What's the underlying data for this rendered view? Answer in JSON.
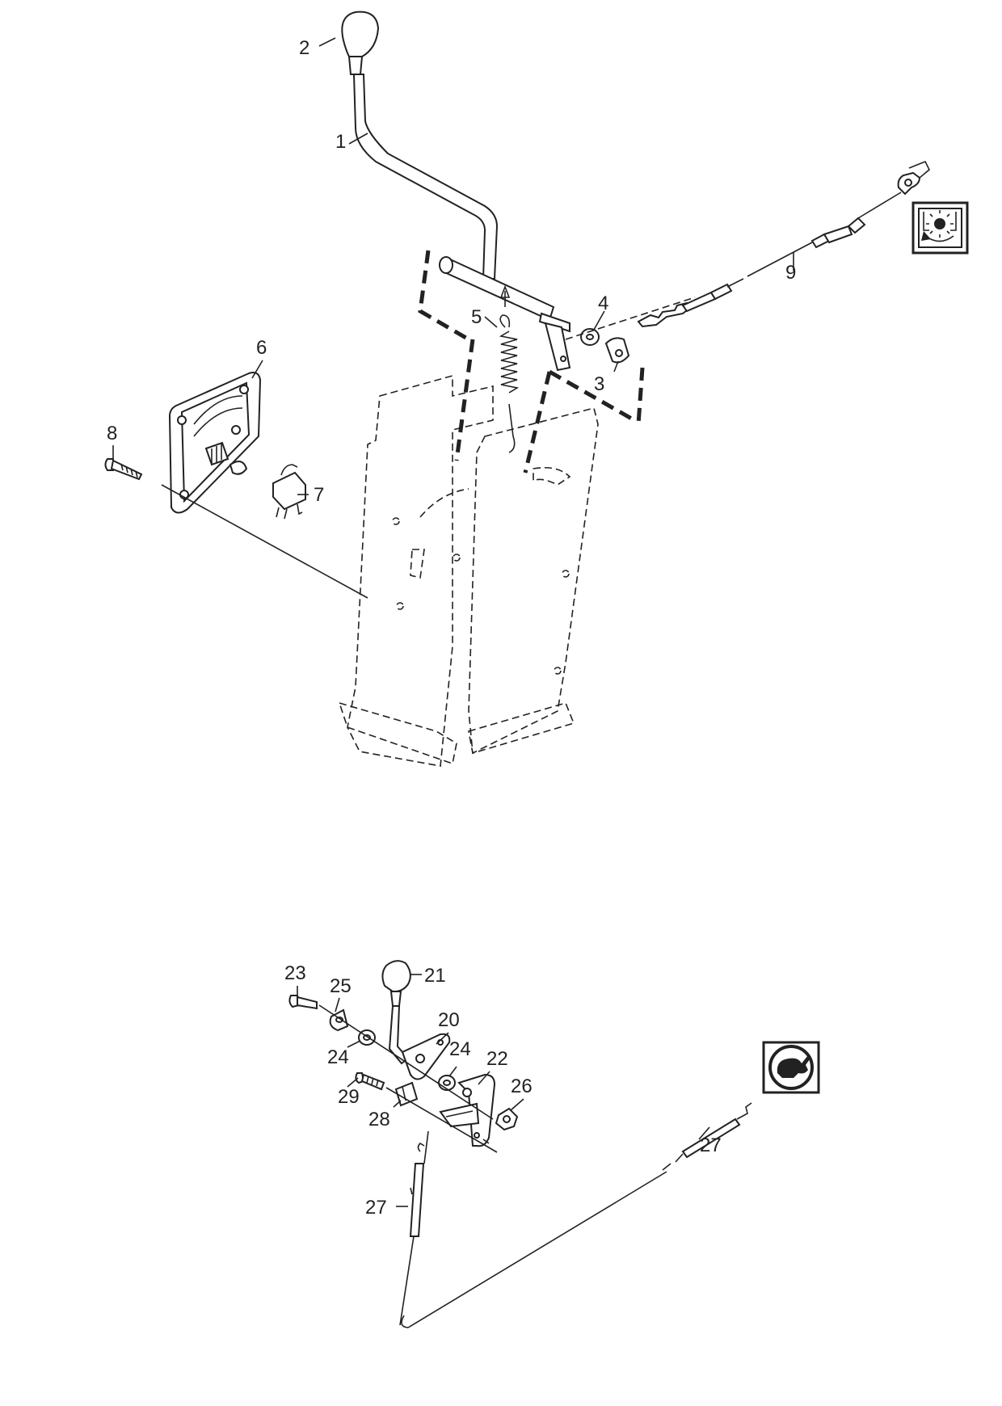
{
  "callouts": {
    "c1": "1",
    "c2": "2",
    "c3": "3",
    "c4": "4",
    "c5": "5",
    "c6": "6",
    "c7": "7",
    "c8": "8",
    "c9": "9",
    "c20": "20",
    "c21": "21",
    "c22": "22",
    "c23": "23",
    "c24a": "24",
    "c24b": "24",
    "c25": "25",
    "c26": "26",
    "c27a": "27",
    "c27b": "27",
    "c28": "28",
    "c29": "29"
  },
  "icons": {
    "top_symbol": "chute-rotation-icon",
    "bottom_symbol": "rabbit-fast-speed-icon"
  },
  "colors": {
    "line": "#222222",
    "background": "#ffffff"
  }
}
